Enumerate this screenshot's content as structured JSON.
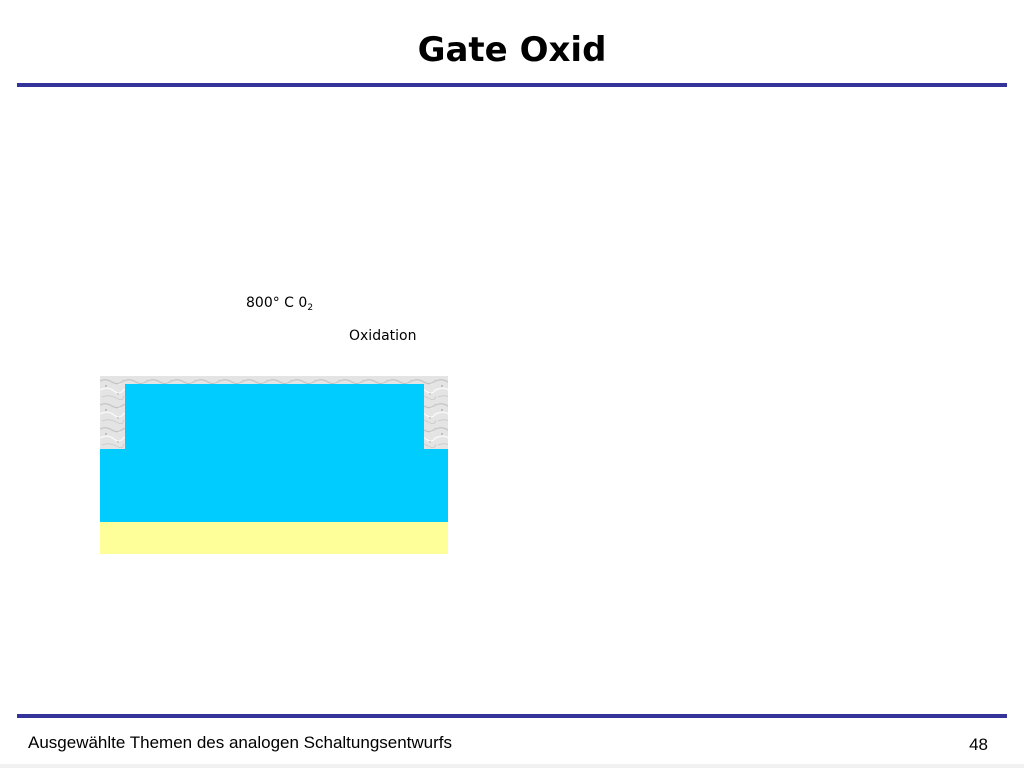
{
  "slide": {
    "title": "Gate Oxid",
    "page_number": "48"
  },
  "process": {
    "temperature": "800° C  0",
    "gas_subscript": "2",
    "step_label": "Oxidation"
  },
  "footer": {
    "text": "Ausgewählte Themen des analogen Schaltungsentwurfs"
  },
  "colors": {
    "rule": "#333399",
    "oxide_layer": "#00ccff",
    "substrate_layer": "#ffff99",
    "field_oxide": "#e6e6e6"
  }
}
